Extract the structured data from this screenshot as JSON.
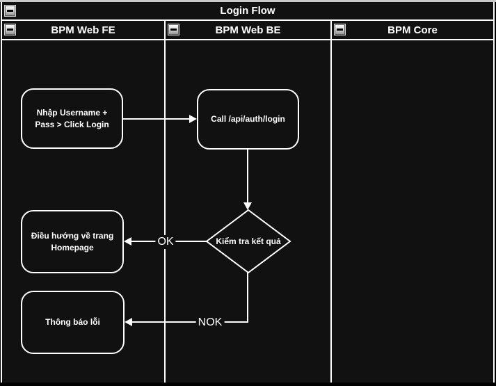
{
  "pool": {
    "title": "Login Flow"
  },
  "lanes": [
    {
      "label": "BPM Web FE"
    },
    {
      "label": "BPM Web BE"
    },
    {
      "label": "BPM Core"
    }
  ],
  "nodes": [
    {
      "id": "fe-input-credentials",
      "label": "Nhập Username + Pass > Click Login"
    },
    {
      "id": "be-call-login-api",
      "label": "Call /api/auth/login"
    },
    {
      "id": "be-check-result",
      "label": "Kiểm tra kết quả"
    },
    {
      "id": "fe-redirect-homepage",
      "label": "Điều hướng về trang Homepage"
    },
    {
      "id": "fe-show-error",
      "label": "Thông báo lỗi"
    }
  ],
  "edge_labels": {
    "ok": "OK",
    "nok": "NOK"
  },
  "icons": {
    "collapse": "minus-icon"
  },
  "colors": {
    "background": "#000000",
    "lane_fill": "#111111",
    "line": "#ffffff",
    "text": "#ffffff",
    "top_strip": "#c9c9c9"
  }
}
